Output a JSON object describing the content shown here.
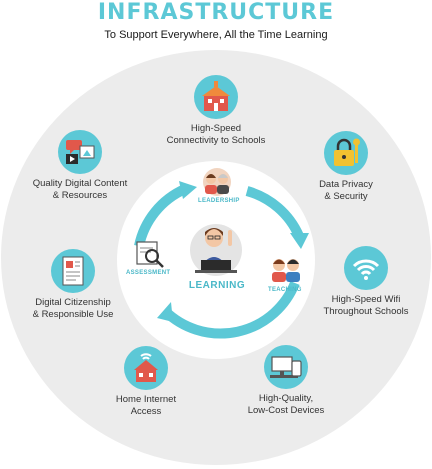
{
  "header": {
    "title": "INFRASTRUCTURE",
    "subtitle": "To Support Everywhere, All the Time Learning"
  },
  "colors": {
    "accent": "#5cc8d6",
    "ring": "#ececec",
    "text": "#333333",
    "arrow": "#5cc8d6"
  },
  "outer_nodes": [
    {
      "key": "connectivity",
      "icon": "school-building-icon",
      "line1": "High-Speed",
      "line2": "Connectivity to Schools"
    },
    {
      "key": "privacy",
      "icon": "padlock-key-icon",
      "line1": "Data Privacy",
      "line2": "& Security"
    },
    {
      "key": "wifi",
      "icon": "wifi-icon",
      "line1": "High-Speed Wifi",
      "line2": "Throughout Schools"
    },
    {
      "key": "devices",
      "icon": "devices-icon",
      "line1": "High-Quality,",
      "line2": "Low-Cost Devices"
    },
    {
      "key": "home",
      "icon": "home-wifi-icon",
      "line1": "Home Internet",
      "line2": "Access"
    },
    {
      "key": "citizenship",
      "icon": "document-checklist-icon",
      "line1": "Digital Citizenship",
      "line2": "& Responsible Use"
    },
    {
      "key": "content",
      "icon": "digital-content-icon",
      "line1": "Quality Digital Content",
      "line2": "& Resources"
    }
  ],
  "inner": {
    "leadership": "LEADERSHIP",
    "teaching": "TEACHING",
    "assessment": "ASSESSMENT",
    "center": "LEARNING"
  }
}
